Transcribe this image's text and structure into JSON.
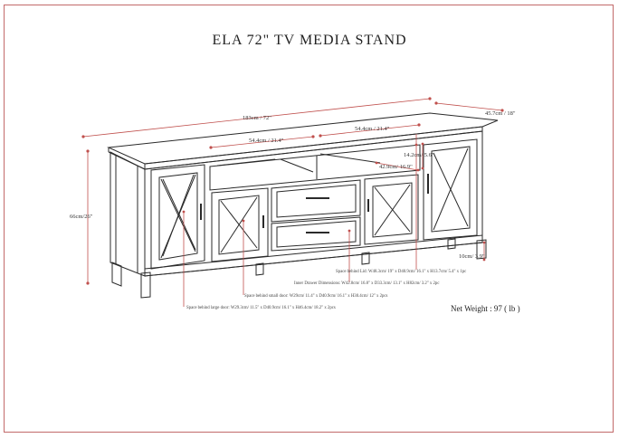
{
  "title": "ELA 72\" TV MEDIA STAND",
  "net_weight": "Net Weight : 97 ( lb )",
  "dimensions": {
    "width": "183cm / 72\"",
    "depth": "45.7cm / 18\"",
    "height": "66cm/26\"",
    "top_opening_left": "54.4cm / 21.4\"",
    "top_opening_right": "54.4cm / 21.4\"",
    "opening_height": "14.2cm/ 5.6\"",
    "opening_depth": "42.9cm/ 16.9\"",
    "leg_height": "10cm/ 3.9\""
  },
  "notes": {
    "lid_space": "Space behind Lid: W48.3cm/ 19\" x D40.9cm/ 16.1\" x H13.7cm/ 5.4\" x 1pc",
    "drawer_dims": "Inner Drawer Dimensions: W42.8cm/ 16.8\" x D33.3cm/ 13.1\" x H82cm/ 3.2\" x 2pc",
    "small_door_space": "Space behind small door: W29cm/ 11.4\" x D40.9cm/ 16.1\" x H30.4cm/ 12\" x 2pcs",
    "large_door_space": "Space behind large door: W29.3cm/ 11.5\" x D40.9cm/ 16.1\" x H46.4cm/ 18.2\" x 2pcs"
  },
  "colors": {
    "frame": "#c26a6a",
    "dimension_line": "#c0504d",
    "ink": "#2a2a2a"
  }
}
